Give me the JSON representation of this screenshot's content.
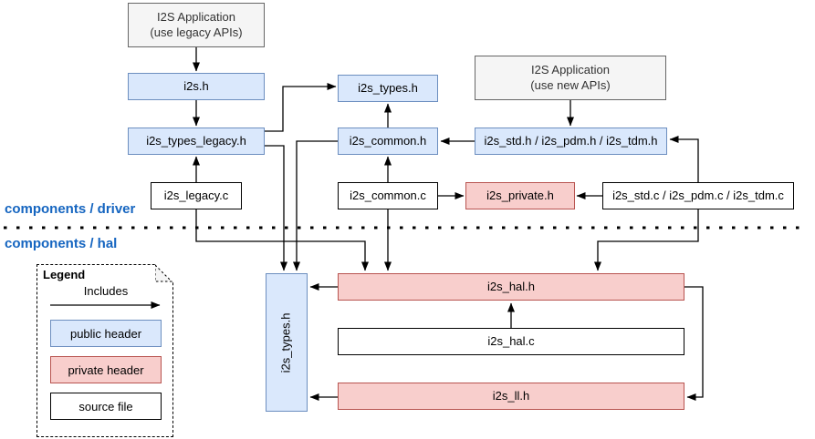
{
  "sections": {
    "driver_label": "components / driver",
    "hal_label": "components / hal"
  },
  "nodes": {
    "app_legacy": "I2S Application\n(use legacy APIs)",
    "i2s_h": "i2s.h",
    "i2s_types_legacy_h": "i2s_types_legacy.h",
    "i2s_legacy_c": "i2s_legacy.c",
    "i2s_types_h": "i2s_types.h",
    "i2s_common_h": "i2s_common.h",
    "i2s_common_c": "i2s_common.c",
    "app_new": "I2S Application\n(use new APIs)",
    "i2s_std_pdm_tdm_h": "i2s_std.h / i2s_pdm.h / i2s_tdm.h",
    "i2s_private_h": "i2s_private.h",
    "i2s_std_pdm_tdm_c": "i2s_std.c / i2s_pdm.c / i2s_tdm.c",
    "i2s_types_h_hal": "i2s_types.h",
    "i2s_hal_h": "i2s_hal.h",
    "i2s_hal_c": "i2s_hal.c",
    "i2s_ll_h": "i2s_ll.h"
  },
  "legend": {
    "title": "Legend",
    "includes_label": "Includes",
    "public_header": "public header",
    "private_header": "private header",
    "source_file": "source file"
  },
  "colors": {
    "public_header_fill": "#dae8fc",
    "public_header_border": "#6c8ebf",
    "private_header_fill": "#f8cecc",
    "private_header_border": "#b85450",
    "app_fill": "#f5f5f5",
    "app_border": "#666666",
    "source_fill": "#ffffff",
    "source_border": "#000000",
    "section_label_color": "#1565c0",
    "edge_color": "#000000"
  },
  "edges": [
    {
      "from": "app_legacy",
      "to": "i2s_h"
    },
    {
      "from": "i2s_h",
      "to": "i2s_types_legacy_h"
    },
    {
      "from": "i2s_legacy_c",
      "to": "i2s_types_legacy_h"
    },
    {
      "from": "i2s_types_legacy_h",
      "to": "i2s_types_h"
    },
    {
      "from": "i2s_types_legacy_h",
      "to": "i2s_types_h_hal"
    },
    {
      "from": "i2s_common_h",
      "to": "i2s_types_h_hal"
    },
    {
      "from": "i2s_common_h",
      "to": "i2s_types_h"
    },
    {
      "from": "i2s_common_c",
      "to": "i2s_common_h"
    },
    {
      "from": "i2s_common_c",
      "to": "i2s_private_h"
    },
    {
      "from": "i2s_common_c",
      "to": "i2s_hal_h"
    },
    {
      "from": "app_new",
      "to": "i2s_std_pdm_tdm_h"
    },
    {
      "from": "i2s_std_pdm_tdm_h",
      "to": "i2s_common_h"
    },
    {
      "from": "i2s_std_pdm_tdm_c",
      "to": "i2s_std_pdm_tdm_h"
    },
    {
      "from": "i2s_std_pdm_tdm_c",
      "to": "i2s_private_h"
    },
    {
      "from": "i2s_std_pdm_tdm_c",
      "to": "i2s_hal_h"
    },
    {
      "from": "i2s_legacy_c",
      "to": "i2s_hal_h"
    },
    {
      "from": "i2s_hal_h",
      "to": "i2s_types_h_hal"
    },
    {
      "from": "i2s_ll_h",
      "to": "i2s_types_h_hal"
    },
    {
      "from": "i2s_hal_c",
      "to": "i2s_hal_h"
    },
    {
      "from": "i2s_hal_h",
      "to": "i2s_ll_h"
    }
  ]
}
